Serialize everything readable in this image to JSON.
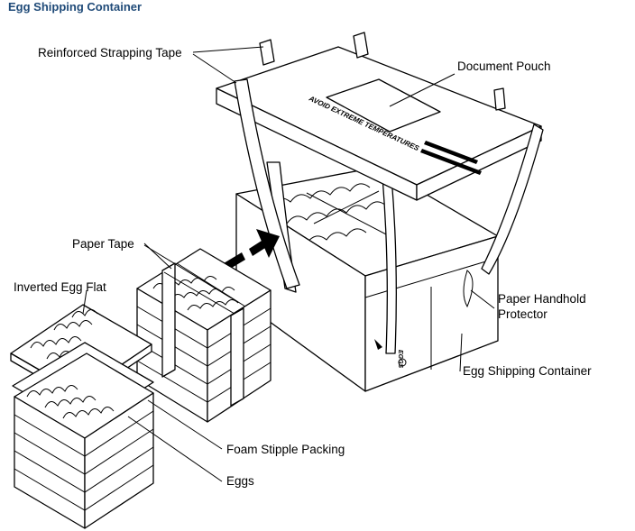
{
  "title": "Egg Shipping Container",
  "labels": {
    "strapping_tape": "Reinforced Strapping Tape",
    "document_pouch": "Document Pouch",
    "paper_tape": "Paper Tape",
    "inverted_egg_flat": "Inverted Egg Flat",
    "handhold_line1": "Paper Handhold",
    "handhold_line2": "Protector",
    "shipping_container": "Egg Shipping Container",
    "foam_packing": "Foam Stipple Packing",
    "eggs": "Eggs"
  },
  "lid_print": "AVOID EXTREME TEMPERATURES",
  "box_print": "EGGS",
  "colors": {
    "title": "#1f4a78",
    "line": "#000000",
    "fill": "#ffffff"
  }
}
